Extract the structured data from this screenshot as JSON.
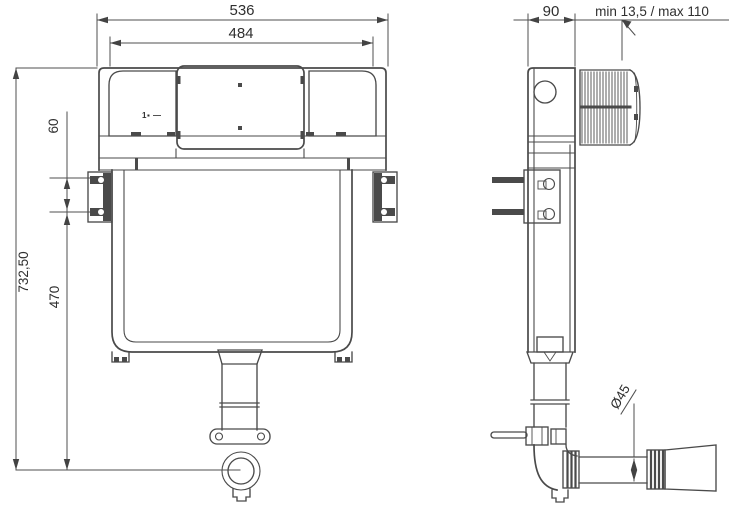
{
  "drawing": {
    "background": "#ffffff",
    "line_color": "#4a4a4a",
    "text_color": "#2f2f2f",
    "front_view": {
      "dim_width_total": "536",
      "dim_width_inner": "484",
      "dim_height_total": "732,50",
      "dim_bracket_spacing": "60",
      "dim_outlet_height": "470",
      "panel_mark": "1▪ —"
    },
    "side_view": {
      "dim_depth": "90",
      "dim_adjust_range": "min 13,5 / max 110",
      "dim_outlet_diameter": "Ø45"
    }
  }
}
